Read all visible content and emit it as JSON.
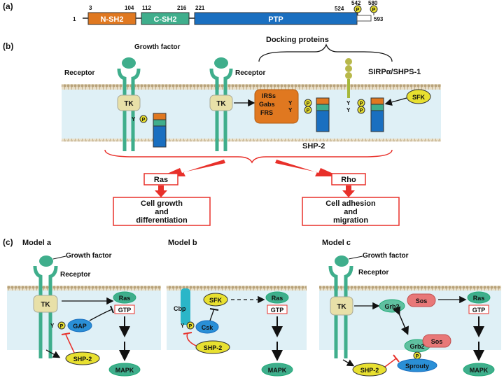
{
  "panel_a": {
    "label": "(a)",
    "domains": {
      "nsh2": "N-SH2",
      "csh2": "C-SH2",
      "ptp": "PTP"
    },
    "positions": {
      "p1": "1",
      "p3": "3",
      "p104": "104",
      "p112": "112",
      "p216": "216",
      "p221": "221",
      "p524": "524",
      "p542": "542",
      "p580": "580",
      "p593": "593"
    },
    "phospho": "P"
  },
  "panel_b": {
    "label": "(b)",
    "growth_factor": "Growth factor",
    "docking_proteins": "Docking proteins",
    "receptor_left": "Receptor",
    "receptor_right": "Receptor",
    "sirpa": "SIRPα/SHPS-1",
    "tk_left": "TK",
    "tk_right": "TK",
    "y": "Y",
    "p": "P",
    "irs": "IRSs",
    "gabs": "Gabs",
    "frs": "FRS",
    "sfk": "SFK",
    "shp2": "SHP-2",
    "ras": "Ras",
    "rho": "Rho",
    "growth_line1": "Cell growth",
    "growth_line2": "and",
    "growth_line3": "differentiation",
    "adhesion_line1": "Cell adhesion",
    "adhesion_line2": "and",
    "adhesion_line3": "migration"
  },
  "panel_c": {
    "label": "(c)",
    "model_a": {
      "title": "Model a",
      "growth_factor": "Growth factor",
      "receptor": "Receptor",
      "tk": "TK",
      "ras": "Ras",
      "gtp": "GTP",
      "gap": "GAP",
      "y": "Y",
      "p": "P",
      "shp2": "SHP-2",
      "mapk": "MAPK"
    },
    "model_b": {
      "title": "Model b",
      "cbp": "Cbp",
      "sfk": "SFK",
      "ras": "Ras",
      "gtp": "GTP",
      "csk": "Csk",
      "y": "Y",
      "p": "P",
      "shp2": "SHP-2",
      "mapk": "MAPK"
    },
    "model_c": {
      "title": "Model c",
      "growth_factor": "Growth factor",
      "receptor": "Receptor",
      "tk": "TK",
      "grb2": "Grb2",
      "sos": "Sos",
      "ras": "Ras",
      "gtp": "GTP",
      "grb2_lower": "Grb2",
      "sos_lower": "Sos",
      "p": "P",
      "sprouty": "Sprouty",
      "shp2": "SHP-2",
      "mapk": "MAPK"
    }
  },
  "colors": {
    "receptor": "#3fae8c",
    "tk": "#e8e0a8",
    "phospho": "#e8e030",
    "orange": "#e07820",
    "blue": "#1a6fc0",
    "red": "#e8302a",
    "membrane_fill": "#dff0f6",
    "membrane_head": "#c8b898"
  }
}
